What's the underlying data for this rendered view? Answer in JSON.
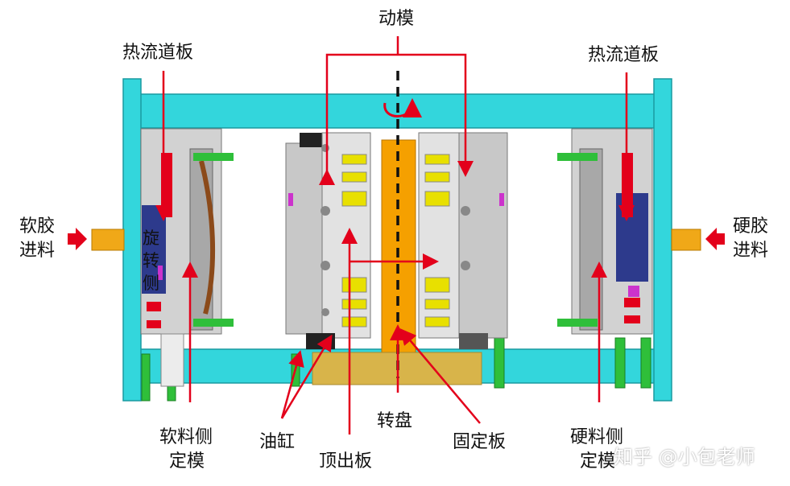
{
  "labels": {
    "moving_mold": "动模",
    "hot_runner_left": "热流道板",
    "hot_runner_right": "热流道板",
    "soft_feed_line1": "软胶",
    "soft_feed_line2": "进料",
    "hard_feed_line1": "硬胶",
    "hard_feed_line2": "进料",
    "rotation_side": [
      "旋",
      "转",
      "侧"
    ],
    "soft_fixed_line1": "软料侧",
    "soft_fixed_line2": "定模",
    "cylinder": "油缸",
    "ejector_plate": "顶出板",
    "turntable": "转盘",
    "fixed_plate": "固定板",
    "hard_fixed_line1": "硬料侧",
    "hard_fixed_line2": "定模"
  },
  "watermark": "知乎 @小包老师",
  "colors": {
    "frame": "#33d6dc",
    "frame_edge": "#1a9aa0",
    "plate": "#c8c8c8",
    "turntable": "#f5a000",
    "base_block": "#d8b44a",
    "arrow": "#e3001b",
    "yellow_part": "#e8e000",
    "green_part": "#22cc22",
    "blue_part": "#3344cc"
  }
}
